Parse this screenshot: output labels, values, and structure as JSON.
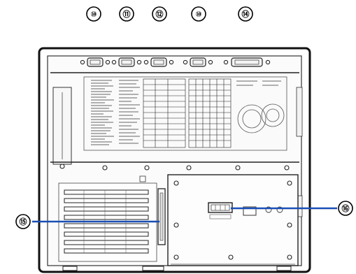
{
  "figure": {
    "callouts": [
      {
        "id": "top-1",
        "label": "⑩"
      },
      {
        "id": "top-2",
        "label": "⑪"
      },
      {
        "id": "top-3",
        "label": "⑫"
      },
      {
        "id": "top-4",
        "label": "⑩"
      },
      {
        "id": "top-5",
        "label": "⑭"
      },
      {
        "id": "left-1",
        "label": "⑮"
      },
      {
        "id": "right-1",
        "label": "⑯"
      }
    ],
    "colors": {
      "leader": "#1a4fb5",
      "outline": "#111111",
      "background": "#ffffff"
    },
    "icons": [
      "db9-connector",
      "db25-connector",
      "expansion-slot",
      "screw",
      "leader-line",
      "power-terminal"
    ]
  }
}
